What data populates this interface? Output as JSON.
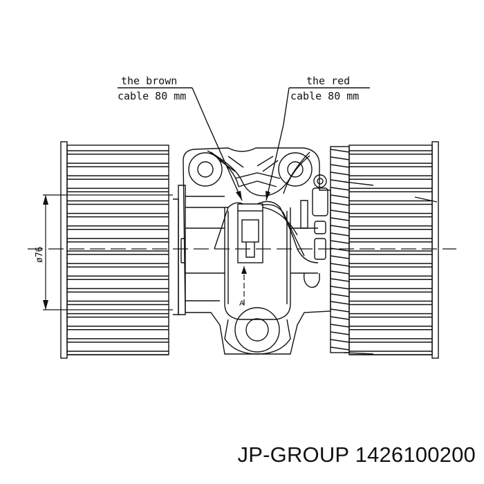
{
  "labels": {
    "brown_line1": "the brown",
    "brown_line2": "cable 80 mm",
    "red_line1": "the red",
    "red_line2": "cable 80 mm",
    "diameter": "ø76",
    "section_mark": "A"
  },
  "footer": {
    "brand": "JP-GROUP",
    "part_number": "1426100200"
  },
  "diagram": {
    "left_wheel_blades": 17,
    "right_wheel_blades": 17
  },
  "colors": {
    "line": "#111111",
    "background": "#ffffff"
  }
}
